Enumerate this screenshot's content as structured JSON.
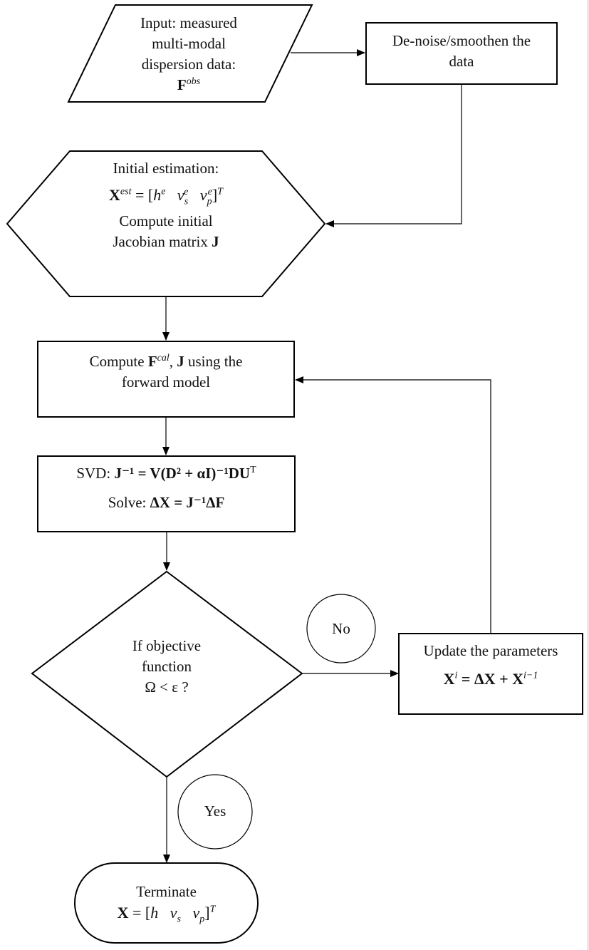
{
  "diagram": {
    "type": "flowchart",
    "nodes": {
      "input": {
        "shape": "parallelogram",
        "lines": [
          "Input: measured",
          "multi-modal",
          "dispersion data:"
        ],
        "symbol": "F",
        "symbol_sup": "obs"
      },
      "denoise": {
        "shape": "rectangle",
        "lines": [
          "De-noise/smoothen the",
          "data"
        ]
      },
      "initial": {
        "shape": "hexagon",
        "title": "Initial estimation:",
        "eq_lhs": "X",
        "eq_lhs_sup": "est",
        "eq_rhs_open": "= [",
        "eq_h": "h",
        "eq_h_sup": "e",
        "eq_vs": "v",
        "eq_vs_sub": "s",
        "eq_vs_sup": "e",
        "eq_vp": "v",
        "eq_vp_sub": "p",
        "eq_vp_sup": "e",
        "eq_close": "]",
        "eq_close_sup": "T",
        "line3": "Compute initial",
        "line4_text": "Jacobian matrix ",
        "line4_symbol": "J"
      },
      "forward": {
        "shape": "rectangle",
        "prefix": "Compute ",
        "symbol_F": "F",
        "symbol_F_sup": "cal",
        "comma": ", ",
        "symbol_J": "J",
        "suffix": " using the",
        "line2": "forward model"
      },
      "svd": {
        "shape": "rectangle",
        "svd_label": "SVD: ",
        "svd_eq": "J⁻¹ = V(D² + αI)⁻¹DU",
        "svd_sup": "T",
        "solve_label": "Solve: ",
        "solve_eq": "ΔX = J⁻¹ΔF"
      },
      "decision": {
        "shape": "diamond",
        "lines": [
          "If objective",
          "function",
          "Ω < ε ?"
        ]
      },
      "update": {
        "shape": "rectangle",
        "title": "Update the parameters",
        "eq_lhs": "X",
        "eq_lhs_sup": "i",
        "eq_mid": " = ΔX + X",
        "eq_sup": "i−1"
      },
      "terminate": {
        "shape": "rounded-terminal",
        "title": "Terminate",
        "eq_lhs": "X",
        "eq_open": " = [",
        "eq_h": "h",
        "eq_vs": "v",
        "eq_vs_sub": "s",
        "eq_vp": "v",
        "eq_vp_sub": "p",
        "eq_close": "]",
        "eq_close_sup": "T"
      }
    },
    "labels": {
      "no": "No",
      "yes": "Yes"
    },
    "edges": [
      {
        "from": "input",
        "to": "denoise"
      },
      {
        "from": "denoise",
        "to": "initial"
      },
      {
        "from": "initial",
        "to": "forward"
      },
      {
        "from": "forward",
        "to": "svd"
      },
      {
        "from": "svd",
        "to": "decision"
      },
      {
        "from": "decision",
        "to": "update",
        "label": "No"
      },
      {
        "from": "update",
        "to": "forward"
      },
      {
        "from": "decision",
        "to": "terminate",
        "label": "Yes"
      }
    ]
  }
}
